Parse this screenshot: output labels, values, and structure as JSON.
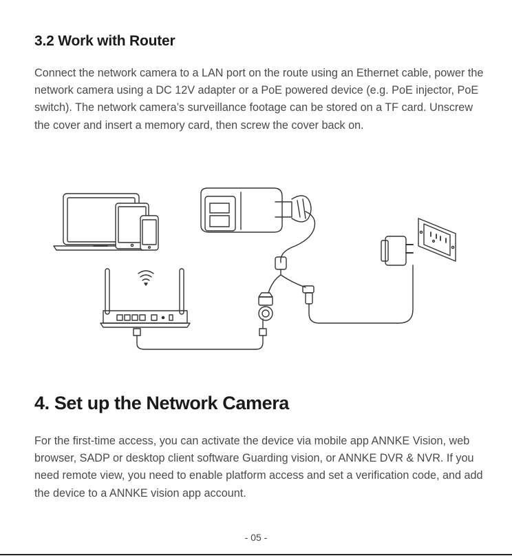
{
  "section_3_2": {
    "title": "3.2 Work with Router",
    "paragraph": "Connect the network camera to a LAN port on the route using an Ethernet cable, power the network camera using a DC 12V adapter or a PoE powered device (e.g. PoE injector, PoE switch). The network camera’s surveillance footage can be stored on a TF card. Unscrew the cover and insert a memory card, then screw the cover back on."
  },
  "section_4": {
    "title": "4. Set up the Network Camera",
    "paragraph": "For the first-time access, you can activate the device via mobile app ANNKE Vision, web browser, SADP or desktop client software Guarding vision, or ANNKE DVR & NVR. If you need remote view, you need to enable platform access and set a verification  code, and add the device to a ANNKE vision app account."
  },
  "footer": {
    "page_number": "- 05 -"
  }
}
